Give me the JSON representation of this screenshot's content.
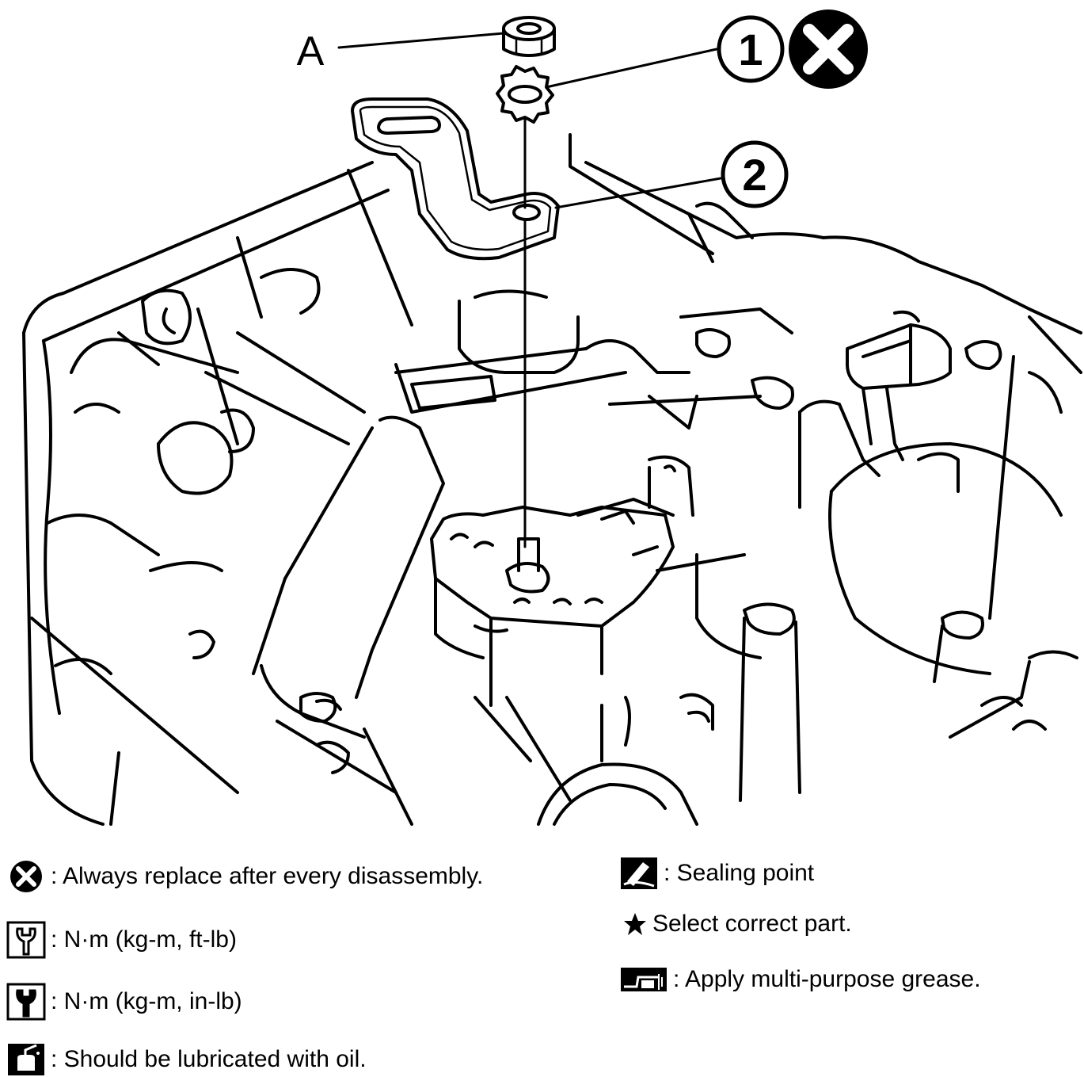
{
  "diagram": {
    "callouts": {
      "a": "A",
      "one": "1",
      "two": "2"
    },
    "icons": {
      "replace": "x-circle-icon",
      "torque_ft": "wrench-socket-icon",
      "torque_in": "wrench-socket-filled-icon",
      "oil": "oil-can-icon",
      "sealing": "sealant-tube-icon",
      "star": "star-icon",
      "grease": "grease-gun-icon"
    }
  },
  "legend": {
    "replace": ": Always replace after every disassembly.",
    "torque_ft": ": N·m (kg-m, ft-lb)",
    "torque_in": ": N·m (kg-m, in-lb)",
    "oil": ": Should be lubricated with oil.",
    "sealing": ": Sealing point",
    "star": "Select correct part.",
    "grease": ": Apply multi-purpose grease."
  },
  "colors": {
    "ink": "#000000",
    "paper": "#ffffff"
  }
}
